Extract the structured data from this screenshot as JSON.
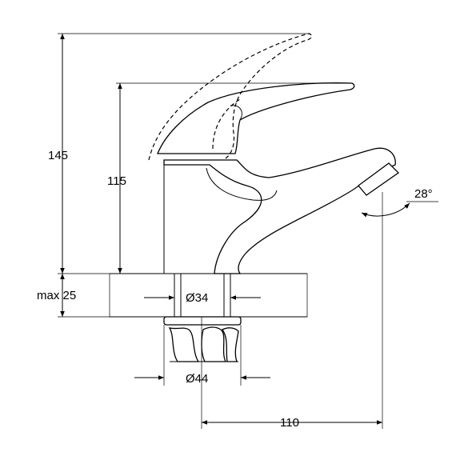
{
  "dimensions": {
    "height_total": "145",
    "height_spout": "115",
    "max_thickness": "max 25",
    "shank_diameter": "Ø34",
    "nut_diameter": "Ø44",
    "reach": "110",
    "spout_angle": "28°"
  },
  "colors": {
    "line": "#000000",
    "background": "#ffffff"
  }
}
